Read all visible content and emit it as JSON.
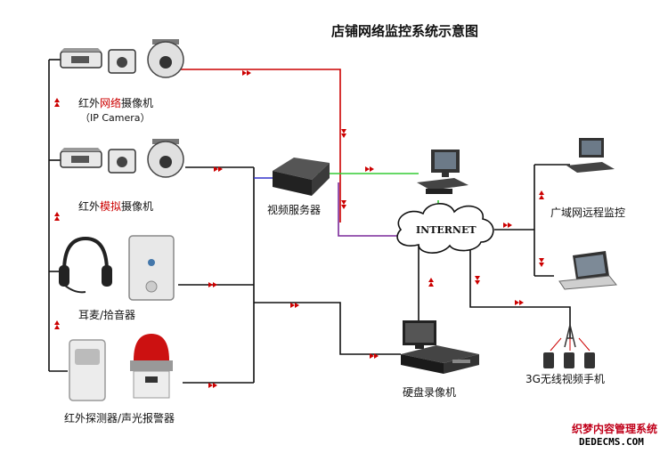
{
  "title": "店铺网络监控系统示意图",
  "labels": {
    "ip_camera_pre": "红外",
    "ip_camera_mid": "网络",
    "ip_camera_post": "摄像机",
    "ip_camera_en": "（IP Camera）",
    "analog_camera_pre": "红外",
    "analog_camera_mid": "模拟",
    "analog_camera_post": "摄像机",
    "headset": "耳麦/拾音器",
    "detector": "红外探测器/声光报警器",
    "video_server": "视频服务器",
    "internet": "INTERNET",
    "wan_monitor": "广域网远程监控",
    "dvr": "硬盘录像机",
    "mobile": "3G无线视频手机"
  },
  "watermark": {
    "line1": "织梦内容管理系统",
    "line2": "DEDECMS.COM"
  },
  "colors": {
    "line": "#111111",
    "arrow": "#cc0000",
    "red_line": "#cc0000",
    "green_line": "#33cc33",
    "blue_line": "#3333cc",
    "purple_line": "#7a2a9a",
    "highlight_text": "#cc0000"
  }
}
